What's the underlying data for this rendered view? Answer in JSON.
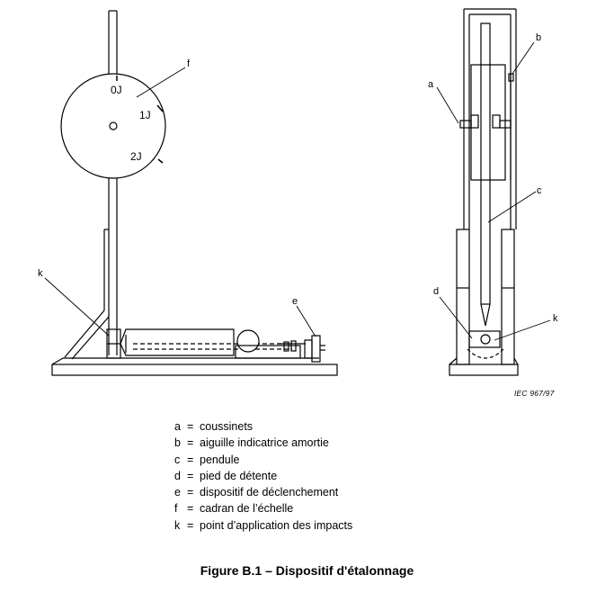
{
  "dial_marks": {
    "zero": "0J",
    "one": "1J",
    "two": "2J"
  },
  "labels": {
    "a": "a",
    "b": "b",
    "c": "c",
    "d": "d",
    "e": "e",
    "f": "f",
    "k_left": "k",
    "k_right": "k"
  },
  "credit": "IEC   967/97",
  "legend": [
    {
      "key": "a",
      "text": "coussinets"
    },
    {
      "key": "b",
      "text": "aiguille indicatrice amortie"
    },
    {
      "key": "c",
      "text": "pendule"
    },
    {
      "key": "d",
      "text": "pied de détente"
    },
    {
      "key": "e",
      "text": "dispositif de déclenchement"
    },
    {
      "key": "f",
      "text": "cadran de l’échelle"
    },
    {
      "key": "k",
      "text": "point d’application des impacts"
    }
  ],
  "caption": "Figure B.1 – Dispositif d'étalonnage"
}
